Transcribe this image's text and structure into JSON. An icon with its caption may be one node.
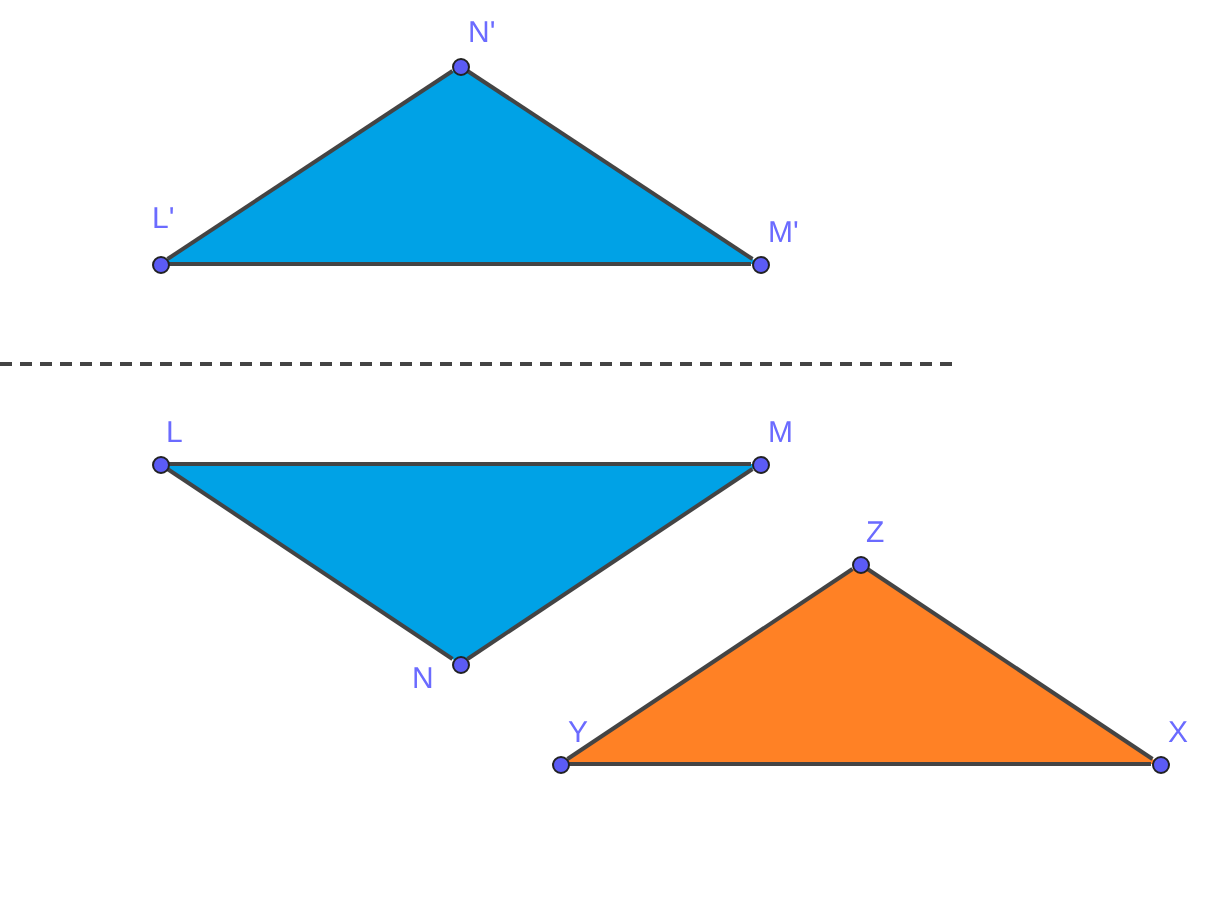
{
  "diagram": {
    "nodes": [
      {
        "text": [
          "N'"
        ]
      },
      {
        "text": [
          "L'"
        ]
      },
      {
        "text": [
          "M'"
        ]
      },
      {
        "text": [
          "L"
        ]
      },
      {
        "text": [
          "M"
        ]
      },
      {
        "text": [
          "Z"
        ]
      },
      {
        "text": [
          "N"
        ]
      },
      {
        "text": [
          "Y"
        ]
      },
      {
        "text": [
          "X"
        ]
      }
    ],
    "edges": [
      {
        "from": 1,
        "to": 2,
        "arrow": "none"
      },
      {
        "from": 2,
        "to": 0,
        "arrow": "none"
      },
      {
        "from": 0,
        "to": 1,
        "arrow": "none"
      },
      {
        "from": 3,
        "to": 4,
        "arrow": "none"
      },
      {
        "from": 4,
        "to": 6,
        "arrow": "none"
      },
      {
        "from": 6,
        "to": 3,
        "arrow": "none"
      },
      {
        "from": 7,
        "to": 8,
        "arrow": "none"
      },
      {
        "from": 8,
        "to": 5,
        "arrow": "none"
      },
      {
        "from": 5,
        "to": 7,
        "arrow": "none"
      }
    ]
  }
}
